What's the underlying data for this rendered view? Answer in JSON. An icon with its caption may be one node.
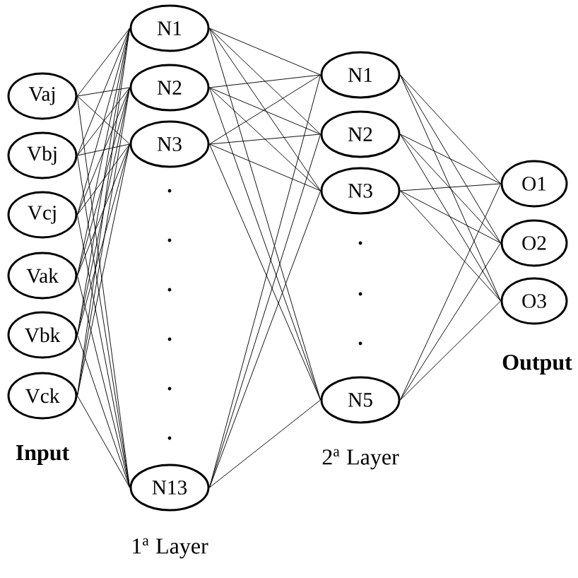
{
  "diagram": {
    "nodes": [
      {
        "text": [
          "Vaj"
        ]
      },
      {
        "text": [
          "Vbj"
        ]
      },
      {
        "text": [
          "Vcj"
        ]
      },
      {
        "text": [
          "Vak"
        ]
      },
      {
        "text": [
          "Vbk"
        ]
      },
      {
        "text": [
          "Vck"
        ]
      },
      {
        "text": [
          "N1"
        ]
      },
      {
        "text": [
          "N2"
        ]
      },
      {
        "text": [
          "N3"
        ]
      },
      {
        "text": [
          "N13"
        ]
      },
      {
        "text": [
          "N1"
        ]
      },
      {
        "text": [
          "N2"
        ]
      },
      {
        "text": [
          "N3"
        ]
      },
      {
        "text": [
          "N5"
        ]
      },
      {
        "text": [
          "O1"
        ]
      },
      {
        "text": [
          "O2"
        ]
      },
      {
        "text": [
          "O3"
        ]
      }
    ],
    "edges": [
      {
        "from": 0,
        "to": 6,
        "arrow": "none"
      },
      {
        "from": 0,
        "to": 7,
        "arrow": "none"
      },
      {
        "from": 0,
        "to": 8,
        "arrow": "none"
      },
      {
        "from": 0,
        "to": 9,
        "arrow": "none"
      },
      {
        "from": 1,
        "to": 6,
        "arrow": "none"
      },
      {
        "from": 1,
        "to": 7,
        "arrow": "none"
      },
      {
        "from": 1,
        "to": 8,
        "arrow": "none"
      },
      {
        "from": 1,
        "to": 9,
        "arrow": "none"
      },
      {
        "from": 2,
        "to": 6,
        "arrow": "none"
      },
      {
        "from": 2,
        "to": 7,
        "arrow": "none"
      },
      {
        "from": 2,
        "to": 8,
        "arrow": "none"
      },
      {
        "from": 2,
        "to": 9,
        "arrow": "none"
      },
      {
        "from": 3,
        "to": 6,
        "arrow": "none"
      },
      {
        "from": 3,
        "to": 7,
        "arrow": "none"
      },
      {
        "from": 3,
        "to": 8,
        "arrow": "none"
      },
      {
        "from": 3,
        "to": 9,
        "arrow": "none"
      },
      {
        "from": 4,
        "to": 6,
        "arrow": "none"
      },
      {
        "from": 4,
        "to": 7,
        "arrow": "none"
      },
      {
        "from": 4,
        "to": 8,
        "arrow": "none"
      },
      {
        "from": 4,
        "to": 9,
        "arrow": "none"
      },
      {
        "from": 5,
        "to": 6,
        "arrow": "none"
      },
      {
        "from": 5,
        "to": 7,
        "arrow": "none"
      },
      {
        "from": 5,
        "to": 8,
        "arrow": "none"
      },
      {
        "from": 5,
        "to": 9,
        "arrow": "none"
      },
      {
        "from": 6,
        "to": 10,
        "arrow": "none"
      },
      {
        "from": 6,
        "to": 11,
        "arrow": "none"
      },
      {
        "from": 6,
        "to": 12,
        "arrow": "none"
      },
      {
        "from": 6,
        "to": 13,
        "arrow": "none"
      },
      {
        "from": 7,
        "to": 10,
        "arrow": "none"
      },
      {
        "from": 7,
        "to": 11,
        "arrow": "none"
      },
      {
        "from": 7,
        "to": 12,
        "arrow": "none"
      },
      {
        "from": 7,
        "to": 13,
        "arrow": "none"
      },
      {
        "from": 8,
        "to": 10,
        "arrow": "none"
      },
      {
        "from": 8,
        "to": 11,
        "arrow": "none"
      },
      {
        "from": 8,
        "to": 12,
        "arrow": "none"
      },
      {
        "from": 8,
        "to": 13,
        "arrow": "none"
      },
      {
        "from": 9,
        "to": 10,
        "arrow": "none"
      },
      {
        "from": 9,
        "to": 11,
        "arrow": "none"
      },
      {
        "from": 9,
        "to": 12,
        "arrow": "none"
      },
      {
        "from": 9,
        "to": 13,
        "arrow": "none"
      },
      {
        "from": 10,
        "to": 14,
        "arrow": "none"
      },
      {
        "from": 10,
        "to": 15,
        "arrow": "none"
      },
      {
        "from": 10,
        "to": 16,
        "arrow": "none"
      },
      {
        "from": 11,
        "to": 14,
        "arrow": "none"
      },
      {
        "from": 11,
        "to": 15,
        "arrow": "none"
      },
      {
        "from": 11,
        "to": 16,
        "arrow": "none"
      },
      {
        "from": 12,
        "to": 14,
        "arrow": "none"
      },
      {
        "from": 12,
        "to": 15,
        "arrow": "none"
      },
      {
        "from": 12,
        "to": 16,
        "arrow": "none"
      },
      {
        "from": 13,
        "to": 14,
        "arrow": "none"
      },
      {
        "from": 13,
        "to": 15,
        "arrow": "none"
      },
      {
        "from": 13,
        "to": 16,
        "arrow": "none"
      }
    ],
    "labels": [
      "Input",
      "1$^{a}$ Layer",
      "2$^{a}$ Layer",
      "Output"
    ]
  }
}
